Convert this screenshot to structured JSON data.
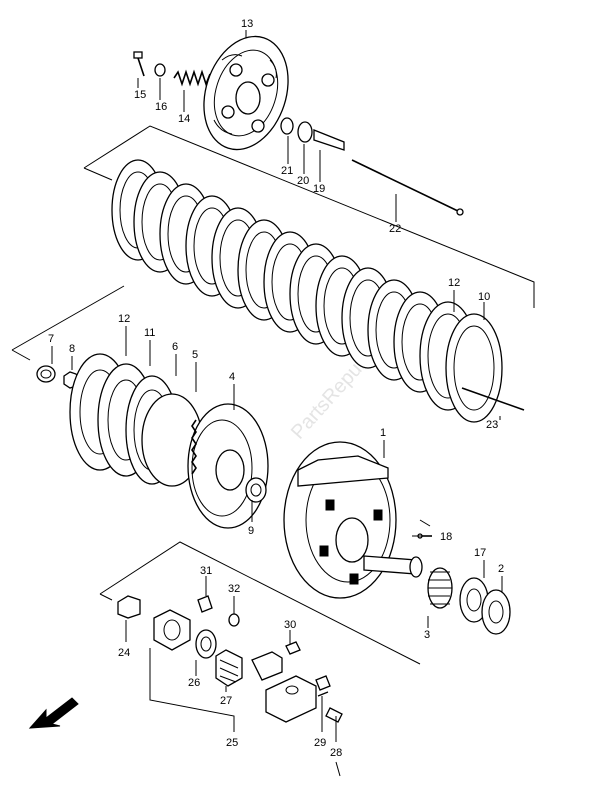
{
  "watermark": "PartsRepublik",
  "callouts": [
    {
      "id": "c1",
      "text": "1"
    },
    {
      "id": "c2",
      "text": "2"
    },
    {
      "id": "c3",
      "text": "3"
    },
    {
      "id": "c4",
      "text": "4"
    },
    {
      "id": "c5",
      "text": "5"
    },
    {
      "id": "c6",
      "text": "6"
    },
    {
      "id": "c7",
      "text": "7"
    },
    {
      "id": "c8",
      "text": "8"
    },
    {
      "id": "c9",
      "text": "9"
    },
    {
      "id": "c10",
      "text": "10"
    },
    {
      "id": "c11",
      "text": "11"
    },
    {
      "id": "c12a",
      "text": "12"
    },
    {
      "id": "c12b",
      "text": "12"
    },
    {
      "id": "c13",
      "text": "13"
    },
    {
      "id": "c14",
      "text": "14"
    },
    {
      "id": "c15",
      "text": "15"
    },
    {
      "id": "c16",
      "text": "16"
    },
    {
      "id": "c17",
      "text": "17"
    },
    {
      "id": "c18",
      "text": "18"
    },
    {
      "id": "c19",
      "text": "19"
    },
    {
      "id": "c20",
      "text": "20"
    },
    {
      "id": "c21",
      "text": "21"
    },
    {
      "id": "c22",
      "text": "22"
    },
    {
      "id": "c23",
      "text": "23"
    },
    {
      "id": "c24",
      "text": "24"
    },
    {
      "id": "c25",
      "text": "25"
    },
    {
      "id": "c26",
      "text": "26"
    },
    {
      "id": "c27",
      "text": "27"
    },
    {
      "id": "c28",
      "text": "28"
    },
    {
      "id": "c29",
      "text": "29"
    },
    {
      "id": "c30",
      "text": "30"
    },
    {
      "id": "c31",
      "text": "31"
    },
    {
      "id": "c32",
      "text": "32"
    }
  ],
  "icons": {
    "direction_arrow": "front-direction-arrow-icon"
  }
}
